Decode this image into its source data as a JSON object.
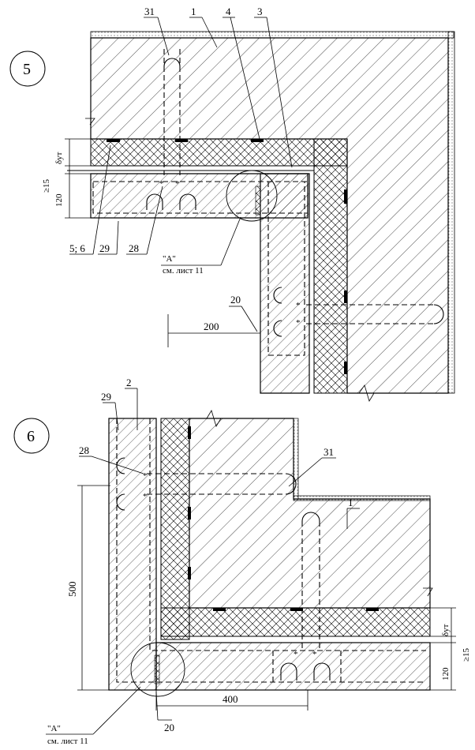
{
  "detail_5": {
    "number": "5",
    "callouts": [
      "31",
      "1",
      "4",
      "3"
    ],
    "bottom_labels": [
      "5; 6",
      "29",
      "28"
    ],
    "ref_label": "\"A\"",
    "ref_sheet": "см. лист 11",
    "dim_thickness": "δут",
    "dim_gap": "≥15",
    "dim_120": "120",
    "dim_200": "200",
    "callout_20": "20"
  },
  "detail_6": {
    "number": "6",
    "callout_29": "29",
    "callout_2": "2",
    "callout_28": "28",
    "callout_31": "31",
    "callout_1": "1",
    "dim_500": "500",
    "dim_thickness": "δут",
    "dim_gap": "≥15",
    "dim_120": "120",
    "dim_400": "400",
    "ref_label": "\"A\"",
    "ref_sheet": "см. лист 11",
    "callout_20": "20"
  }
}
